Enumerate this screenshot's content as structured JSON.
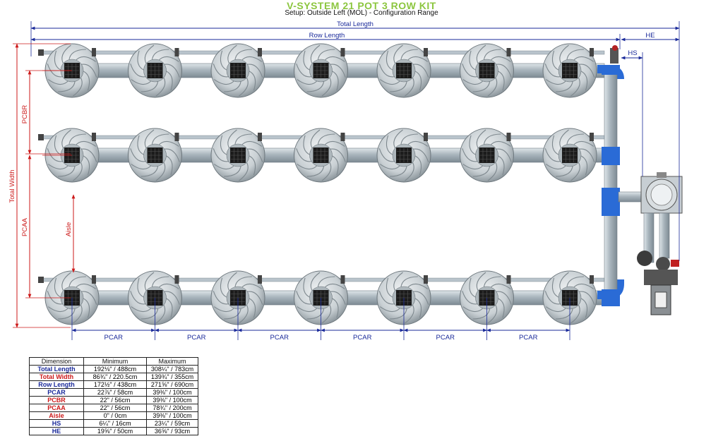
{
  "header": {
    "title": "V-SYSTEM 21 POT 3 ROW KIT",
    "subtitle": "Setup: Outside Left (MOL) - Configuration Range"
  },
  "dimension_labels": {
    "total_length": "Total Length",
    "row_length": "Row Length",
    "he": "HE",
    "hs": "HS",
    "total_width": "Total Width",
    "pcbr": "PCBR",
    "pcaa": "PCAA",
    "aisle": "Aisle",
    "pcar": "PCAR"
  },
  "layout_info": {
    "rows": 3,
    "pots_per_row": 7
  },
  "colors": {
    "blue_dim": "#1a2a9a",
    "red_dim": "#cc1a1a",
    "brand_green": "#8cc63f",
    "fitting_blue": "#2a6bd6",
    "pipe_gray": "#b9c4cc"
  },
  "table": {
    "headers": [
      "Dimension",
      "Minimum",
      "Maximum"
    ],
    "rows": [
      {
        "name": "Total Length",
        "min": "192⅛\" / 488cm",
        "max": "308¼\" / 783cm",
        "color": "blue"
      },
      {
        "name": "Total Width",
        "min": "86¾\" / 220.5cm",
        "max": "139¾\" / 355cm",
        "color": "red"
      },
      {
        "name": "Row Length",
        "min": "172½\" / 438cm",
        "max": "271⅝\" / 690cm",
        "color": "blue"
      },
      {
        "name": "PCAR",
        "min": "22⅞\" / 58cm",
        "max": "39⅜\" / 100cm",
        "color": "blue"
      },
      {
        "name": "PCBR",
        "min": "22\" / 56cm",
        "max": "39⅜\" / 100cm",
        "color": "red"
      },
      {
        "name": "PCAA",
        "min": "22\" / 56cm",
        "max": "78¾\" / 200cm",
        "color": "red"
      },
      {
        "name": "Aisle",
        "min": "0\" / 0cm",
        "max": "39⅜\" / 100cm",
        "color": "red"
      },
      {
        "name": "HS",
        "min": "6¼\" / 16cm",
        "max": "23¼\" / 59cm",
        "color": "blue"
      },
      {
        "name": "HE",
        "min": "19⅝\" / 50cm",
        "max": "36⅝\" / 93cm",
        "color": "blue"
      }
    ]
  }
}
